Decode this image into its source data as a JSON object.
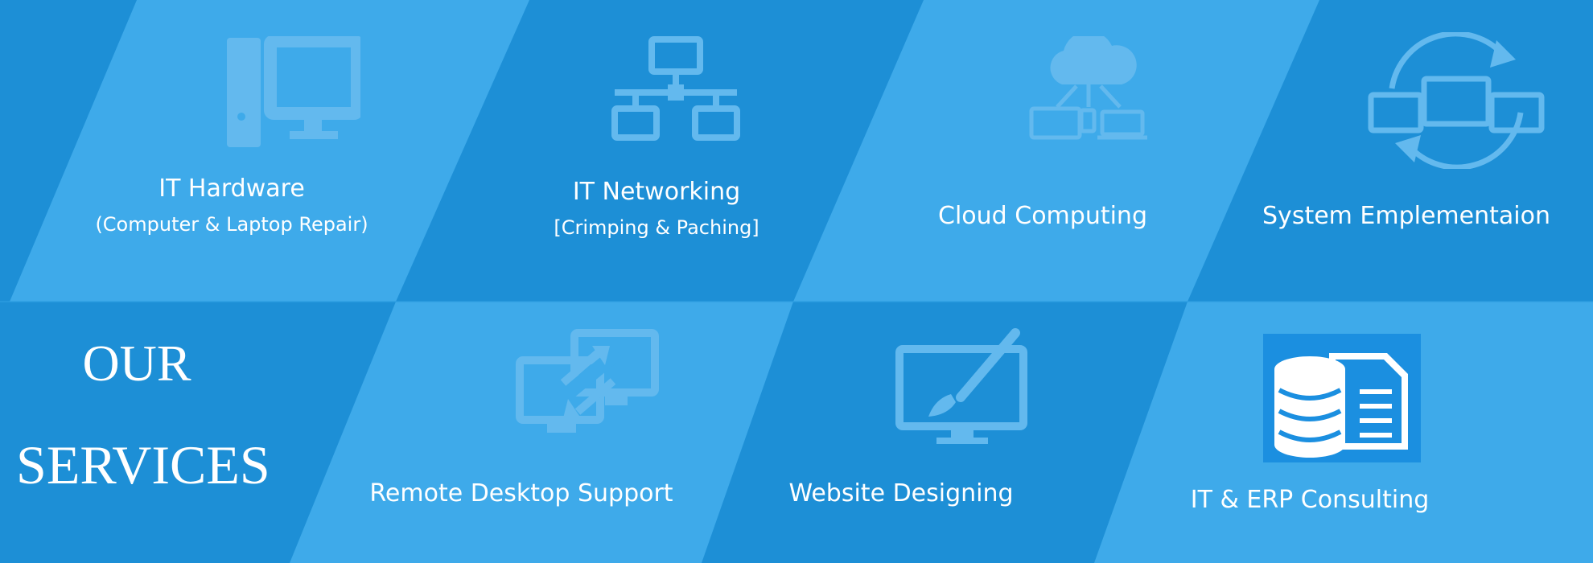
{
  "heading": {
    "line1": "OUR",
    "line2": "SERVICES"
  },
  "services": [
    {
      "title": "IT Hardware",
      "subtitle": "(Computer & Laptop Repair)",
      "icon": "computer-tower-monitor-icon"
    },
    {
      "title": "IT Networking",
      "subtitle": "[Crimping &  Paching]",
      "icon": "network-diagram-icon"
    },
    {
      "title": "Cloud Computing",
      "icon": "cloud-devices-icon"
    },
    {
      "title": "System Emplementaion",
      "icon": "monitors-cycle-icon"
    },
    {
      "title": "Remote Desktop Support",
      "icon": "remote-desktop-icon"
    },
    {
      "title": "Website Designing",
      "icon": "monitor-brush-icon"
    },
    {
      "title": "IT & ERP Consulting",
      "icon": "database-document-icon"
    }
  ],
  "colors": {
    "dark": "#1d8fd6",
    "light": "#3eaaea",
    "icon_faded": "#63b9ee",
    "icon_white": "#ffffff",
    "erp_icon_bg": "#1b8fe0"
  }
}
